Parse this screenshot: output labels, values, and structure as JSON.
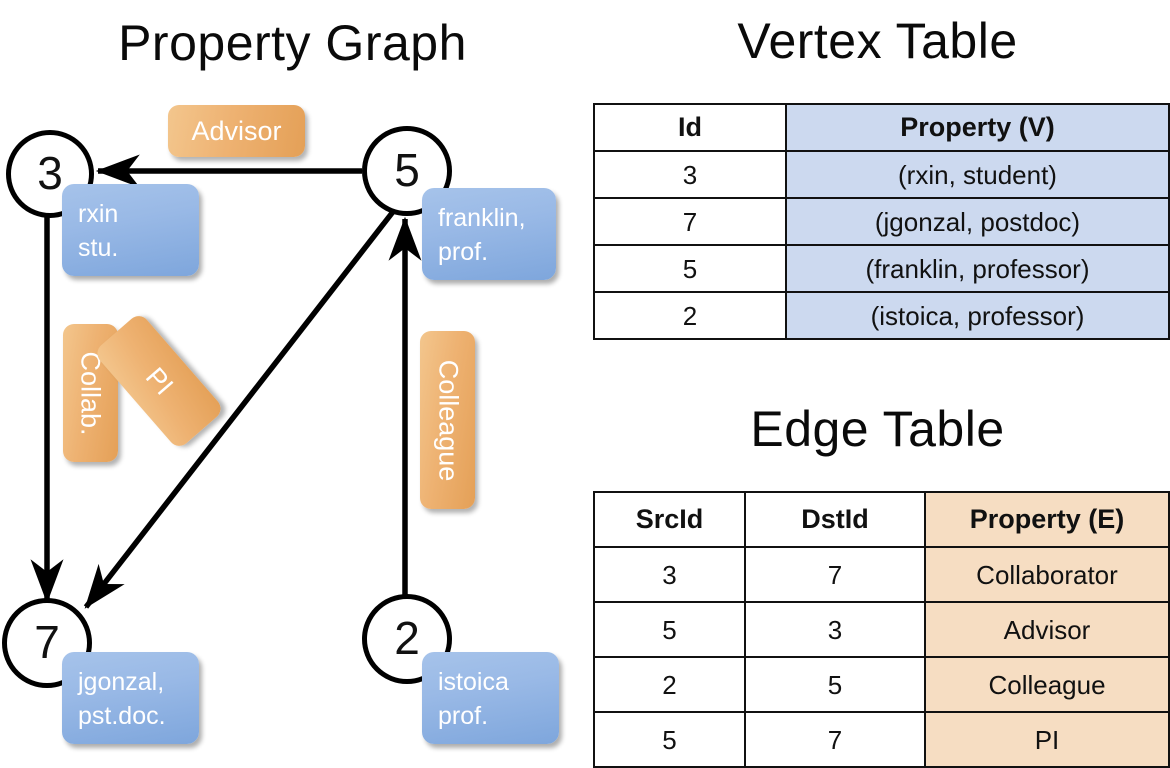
{
  "titles": {
    "property_graph": "Property Graph",
    "vertex_table": "Vertex Table",
    "edge_table": "Edge Table"
  },
  "colors": {
    "vertex_property_fill": "#ccd9ef",
    "edge_property_fill": "#f6ddc2",
    "vertex_box_fill": "#99b9e6",
    "edge_label_fill": "#eeb272",
    "stroke": "#000000"
  },
  "graph": {
    "nodes": [
      {
        "id": "3",
        "property_lines": [
          "rxin",
          "stu."
        ]
      },
      {
        "id": "5",
        "property_lines": [
          "franklin,",
          "prof."
        ]
      },
      {
        "id": "7",
        "property_lines": [
          "jgonzal,",
          "pst.doc."
        ]
      },
      {
        "id": "2",
        "property_lines": [
          "istoica",
          "prof."
        ]
      }
    ],
    "edge_labels": {
      "advisor": "Advisor",
      "collab": "Collab.",
      "pi": "PI",
      "colleague": "Colleague"
    },
    "edges": [
      {
        "from": "5",
        "to": "3",
        "label": "Advisor"
      },
      {
        "from": "3",
        "to": "7",
        "label": "Collab."
      },
      {
        "from": "5",
        "to": "7",
        "label": "PI"
      },
      {
        "from": "2",
        "to": "5",
        "label": "Colleague"
      }
    ]
  },
  "vertex_table": {
    "headers": [
      "Id",
      "Property (V)"
    ],
    "rows": [
      {
        "id": "3",
        "property": "(rxin, student)"
      },
      {
        "id": "7",
        "property": "(jgonzal, postdoc)"
      },
      {
        "id": "5",
        "property": "(franklin, professor)"
      },
      {
        "id": "2",
        "property": "(istoica, professor)"
      }
    ]
  },
  "edge_table": {
    "headers": [
      "SrcId",
      "DstId",
      "Property (E)"
    ],
    "rows": [
      {
        "src": "3",
        "dst": "7",
        "property": "Collaborator"
      },
      {
        "src": "5",
        "dst": "3",
        "property": "Advisor"
      },
      {
        "src": "2",
        "dst": "5",
        "property": "Colleague"
      },
      {
        "src": "5",
        "dst": "7",
        "property": "PI"
      }
    ]
  }
}
